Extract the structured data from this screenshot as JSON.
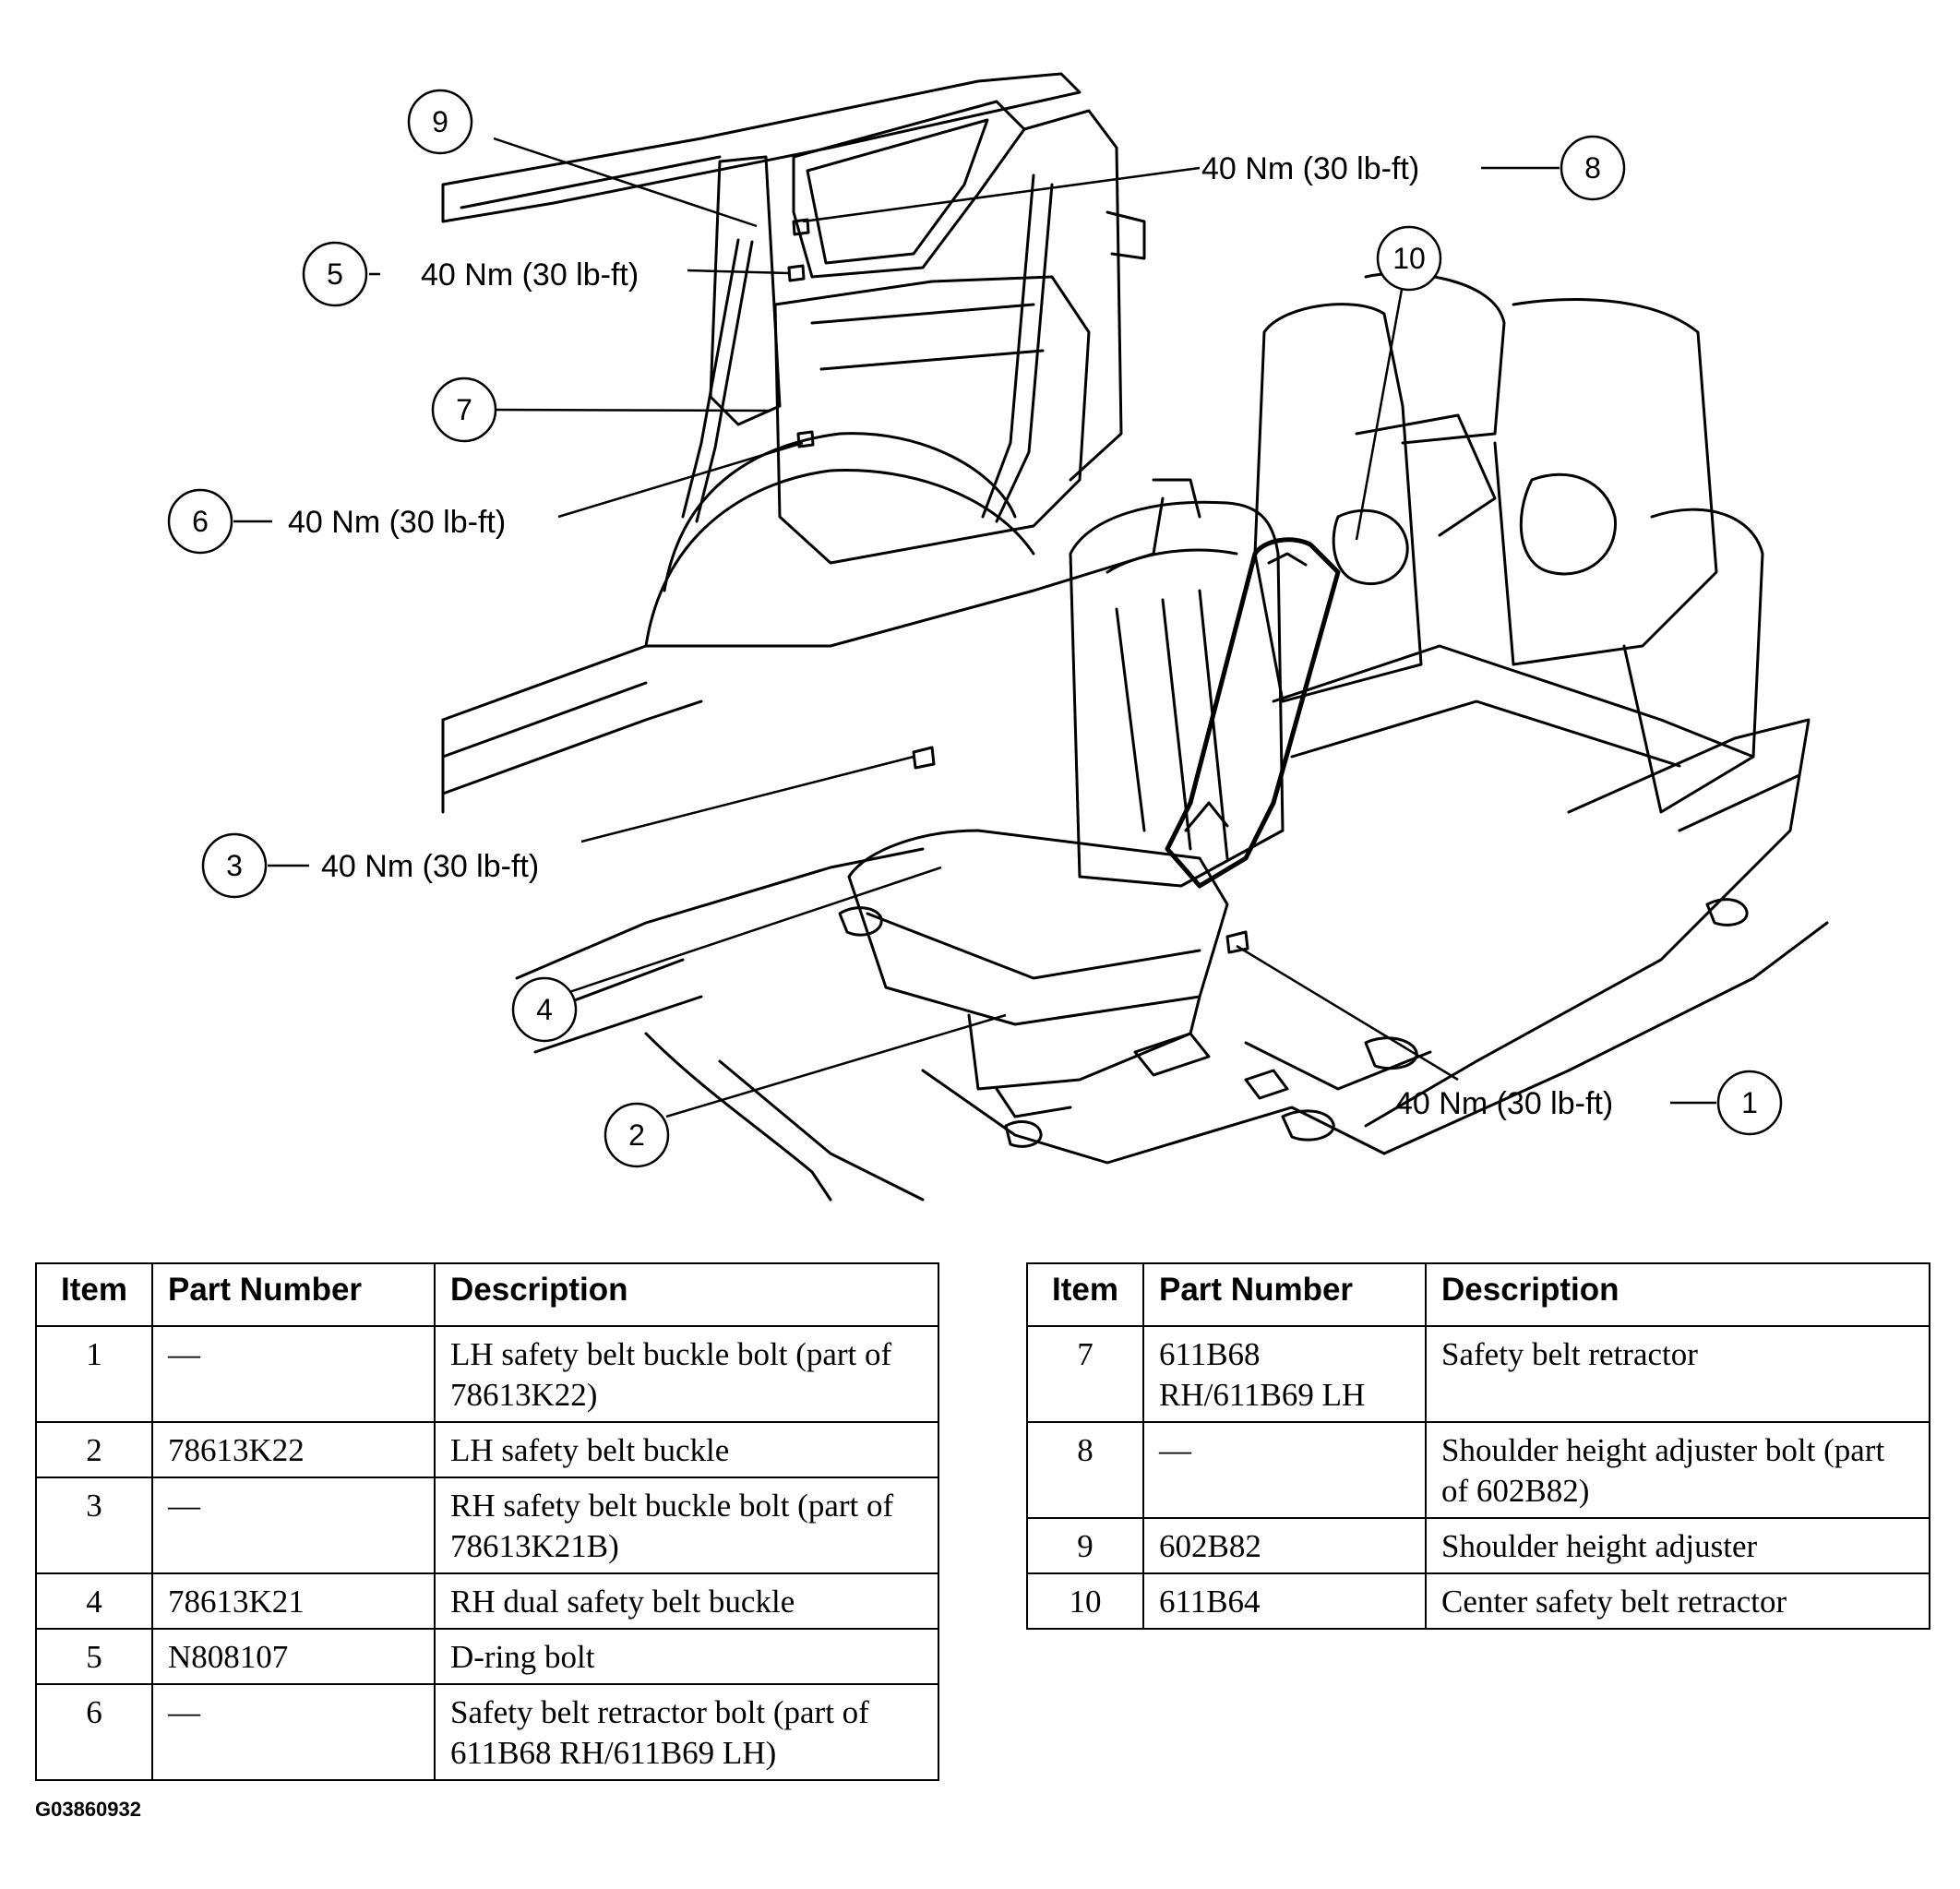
{
  "callouts": [
    {
      "num": "9",
      "torque": ""
    },
    {
      "num": "8",
      "torque": "40 Nm (30 lb-ft)"
    },
    {
      "num": "5",
      "torque": "40 Nm (30 lb-ft)"
    },
    {
      "num": "10",
      "torque": ""
    },
    {
      "num": "7",
      "torque": ""
    },
    {
      "num": "6",
      "torque": "40 Nm (30 lb-ft)"
    },
    {
      "num": "3",
      "torque": "40 Nm (30 lb-ft)"
    },
    {
      "num": "4",
      "torque": ""
    },
    {
      "num": "2",
      "torque": ""
    },
    {
      "num": "1",
      "torque": "40 Nm (30 lb-ft)"
    }
  ],
  "table_headers": [
    "Item",
    "Part Number",
    "Description"
  ],
  "table_left": [
    {
      "item": "1",
      "part": "—",
      "description": "LH safety belt buckle bolt (part of 78613K22)"
    },
    {
      "item": "2",
      "part": "78613K22",
      "description": "LH safety belt buckle"
    },
    {
      "item": "3",
      "part": "—",
      "description": "RH safety belt buckle bolt (part of 78613K21B)"
    },
    {
      "item": "4",
      "part": "78613K21",
      "description": "RH dual safety belt buckle"
    },
    {
      "item": "5",
      "part": "N808107",
      "description": "D-ring bolt"
    },
    {
      "item": "6",
      "part": "—",
      "description": "Safety belt retractor bolt (part of 611B68 RH/611B69 LH)"
    }
  ],
  "table_right": [
    {
      "item": "7",
      "part": "611B68 RH/611B69 LH",
      "description": "Safety belt retractor"
    },
    {
      "item": "8",
      "part": "—",
      "description": "Shoulder height adjuster bolt (part of 602B82)"
    },
    {
      "item": "9",
      "part": "602B82",
      "description": "Shoulder height adjuster"
    },
    {
      "item": "10",
      "part": "611B64",
      "description": "Center safety belt retractor"
    }
  ],
  "figure_id": "G03860932"
}
